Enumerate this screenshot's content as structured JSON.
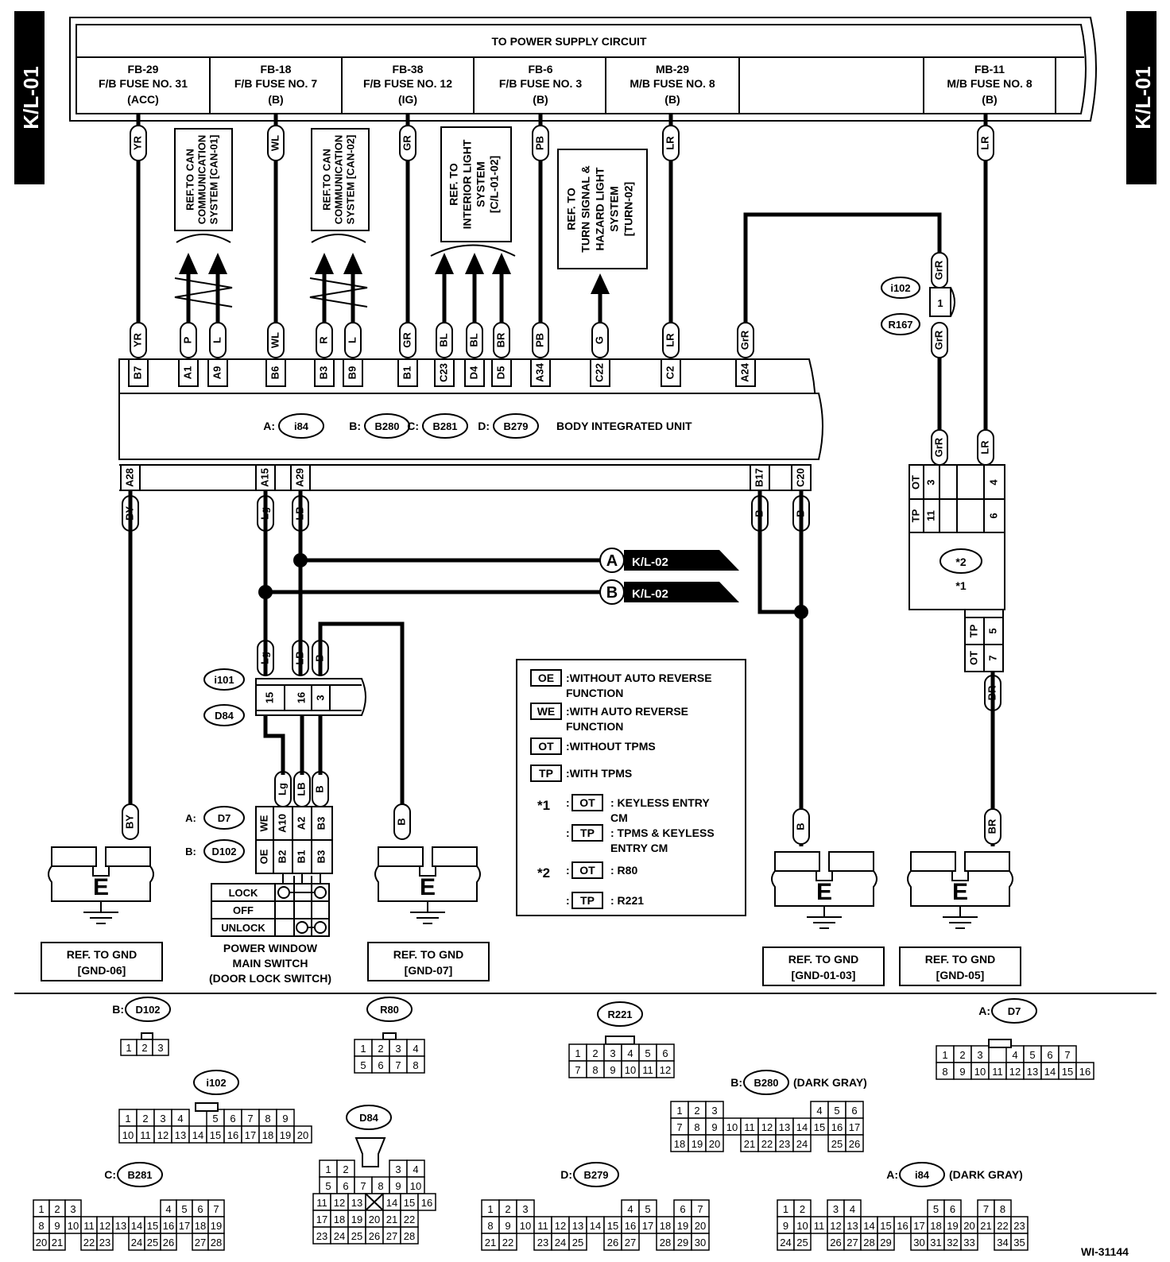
{
  "page_tabs": {
    "left": "K/L-01",
    "right": "K/L-01"
  },
  "power_supply": {
    "title": "TO POWER SUPPLY CIRCUIT",
    "fuses": [
      {
        "code": "FB-29",
        "name": "F/B FUSE NO. 31",
        "state": "(ACC)"
      },
      {
        "code": "FB-18",
        "name": "F/B FUSE NO. 7",
        "state": "(B)"
      },
      {
        "code": "FB-38",
        "name": "F/B FUSE NO. 12",
        "state": "(IG)"
      },
      {
        "code": "FB-6",
        "name": "F/B FUSE NO. 3",
        "state": "(B)"
      },
      {
        "code": "MB-29",
        "name": "M/B FUSE NO. 8",
        "state": "(B)"
      },
      {
        "code": "FB-11",
        "name": "M/B FUSE NO. 8",
        "state": "(B)"
      }
    ]
  },
  "references": {
    "can1": [
      "REF.TO CAN",
      "COMMUNICATION",
      "SYSTEM [CAN-01]"
    ],
    "can2": [
      "REF.TO CAN",
      "COMMUNICATION",
      "SYSTEM [CAN-02]"
    ],
    "interior": [
      "REF. TO",
      "INTERIOR LIGHT",
      "SYSTEM",
      "[C/L-01-02]"
    ],
    "turn": [
      "REF. TO",
      "TURN SIGNAL &",
      "HAZARD LIGHT",
      "SYSTEM",
      "[TURN-02]"
    ]
  },
  "wire_colors_top": [
    "YR",
    "WL",
    "GR",
    "PB",
    "LR",
    "LR"
  ],
  "unit": {
    "title": "BODY INTEGRATED UNIT",
    "pins_top": [
      {
        "pin": "B7",
        "wire": "YR"
      },
      {
        "pin": "A1",
        "wire": "P"
      },
      {
        "pin": "A9",
        "wire": "L"
      },
      {
        "pin": "B6",
        "wire": "WL"
      },
      {
        "pin": "B3",
        "wire": "R"
      },
      {
        "pin": "B9",
        "wire": "L"
      },
      {
        "pin": "B1",
        "wire": "GR"
      },
      {
        "pin": "C23",
        "wire": "BL"
      },
      {
        "pin": "D4",
        "wire": "BL"
      },
      {
        "pin": "D5",
        "wire": "BR"
      },
      {
        "pin": "A34",
        "wire": "PB"
      },
      {
        "pin": "C22",
        "wire": "G"
      },
      {
        "pin": "C2",
        "wire": "LR"
      },
      {
        "pin": "A24",
        "wire": "GrR"
      }
    ],
    "pins_bottom": [
      {
        "pin": "A28",
        "wire": "BY"
      },
      {
        "pin": "A15",
        "wire": "Lg"
      },
      {
        "pin": "A29",
        "wire": "LB"
      },
      {
        "pin": "B17",
        "wire": "B"
      },
      {
        "pin": "C20",
        "wire": "B"
      }
    ],
    "connectors": [
      {
        "prefix": "A:",
        "id": "i84"
      },
      {
        "prefix": "B:",
        "id": "B280"
      },
      {
        "prefix": "C:",
        "id": "B281"
      },
      {
        "prefix": "D:",
        "id": "B279"
      }
    ]
  },
  "joint_i102": {
    "ids": [
      "i102",
      "R167"
    ],
    "pin": "1",
    "wire": "GrR"
  },
  "offpage": [
    {
      "letter": "A",
      "ref": "K/L-02"
    },
    {
      "letter": "B",
      "ref": "K/L-02"
    }
  ],
  "connector_i101": {
    "ids": [
      "i101",
      "D84"
    ],
    "wires": [
      "Lg",
      "LB",
      "B"
    ],
    "pins": [
      "15",
      "16",
      "3"
    ]
  },
  "switch_connector": {
    "prefixes": [
      "A:",
      "B:"
    ],
    "ids": [
      "D7",
      "D102"
    ],
    "wires": [
      "Lg",
      "LB",
      "B"
    ],
    "row_we": [
      "WE",
      "A10",
      "A2",
      "B3"
    ],
    "row_oe": [
      "OE",
      "B2",
      "B1",
      "B3"
    ],
    "positions": [
      "LOCK",
      "OFF",
      "UNLOCK"
    ],
    "caption": [
      "POWER WINDOW",
      "MAIN SWITCH",
      "(DOOR LOCK SWITCH)"
    ]
  },
  "cm_box": {
    "row_ot": [
      "OT",
      "3",
      "4"
    ],
    "row_tp": [
      "TP",
      "11",
      "6"
    ],
    "wires": [
      "GrR",
      "LR"
    ],
    "star2": "*2",
    "star1": "*1",
    "bottom_tp": [
      "TP",
      "5"
    ],
    "bottom_ot": [
      "OT",
      "7"
    ],
    "bottom_wire": "BR"
  },
  "legend": [
    {
      "code": "OE",
      "text": [
        "WITHOUT AUTO REVERSE",
        "FUNCTION"
      ]
    },
    {
      "code": "WE",
      "text": [
        "WITH AUTO REVERSE",
        "FUNCTION"
      ]
    },
    {
      "code": "OT",
      "text": [
        "WITHOUT TPMS"
      ]
    },
    {
      "code": "TP",
      "text": [
        "WITH TPMS"
      ]
    }
  ],
  "legend_star1": {
    "mark": "*1",
    "items": [
      {
        "code": "OT",
        "text": [
          "KEYLESS ENTRY",
          "CM"
        ]
      },
      {
        "code": "TP",
        "text": [
          "TPMS & KEYLESS",
          "ENTRY CM"
        ]
      }
    ]
  },
  "legend_star2": {
    "mark": "*2",
    "items": [
      {
        "code": "OT",
        "text": [
          "R80"
        ]
      },
      {
        "code": "TP",
        "text": [
          "R221"
        ]
      }
    ]
  },
  "grounds": [
    {
      "wire": "BY",
      "label": "E",
      "ref": [
        "REF. TO GND",
        "[GND-06]"
      ]
    },
    {
      "wire": "B",
      "label": "E",
      "ref": [
        "REF. TO GND",
        "[GND-07]"
      ]
    },
    {
      "wire": "B",
      "label": "E",
      "ref": [
        "REF. TO GND",
        "[GND-01-03]"
      ]
    },
    {
      "wire": "BR",
      "label": "E",
      "ref": [
        "REF. TO GND",
        "[GND-05]"
      ]
    }
  ],
  "bottom_connectors": {
    "d102": {
      "prefix": "B:",
      "id": "D102"
    },
    "r80": {
      "id": "R80"
    },
    "r221": {
      "id": "R221"
    },
    "d7": {
      "prefix": "A:",
      "id": "D7"
    },
    "i102": {
      "id": "i102"
    },
    "b280": {
      "prefix": "B:",
      "id": "B280",
      "note": "(DARK GRAY)"
    },
    "d84": {
      "id": "D84"
    },
    "b281": {
      "prefix": "C:",
      "id": "B281"
    },
    "b279": {
      "prefix": "D:",
      "id": "B279"
    },
    "i84": {
      "prefix": "A:",
      "id": "i84",
      "note": "(DARK GRAY)"
    }
  },
  "figure_id": "WI-31144"
}
